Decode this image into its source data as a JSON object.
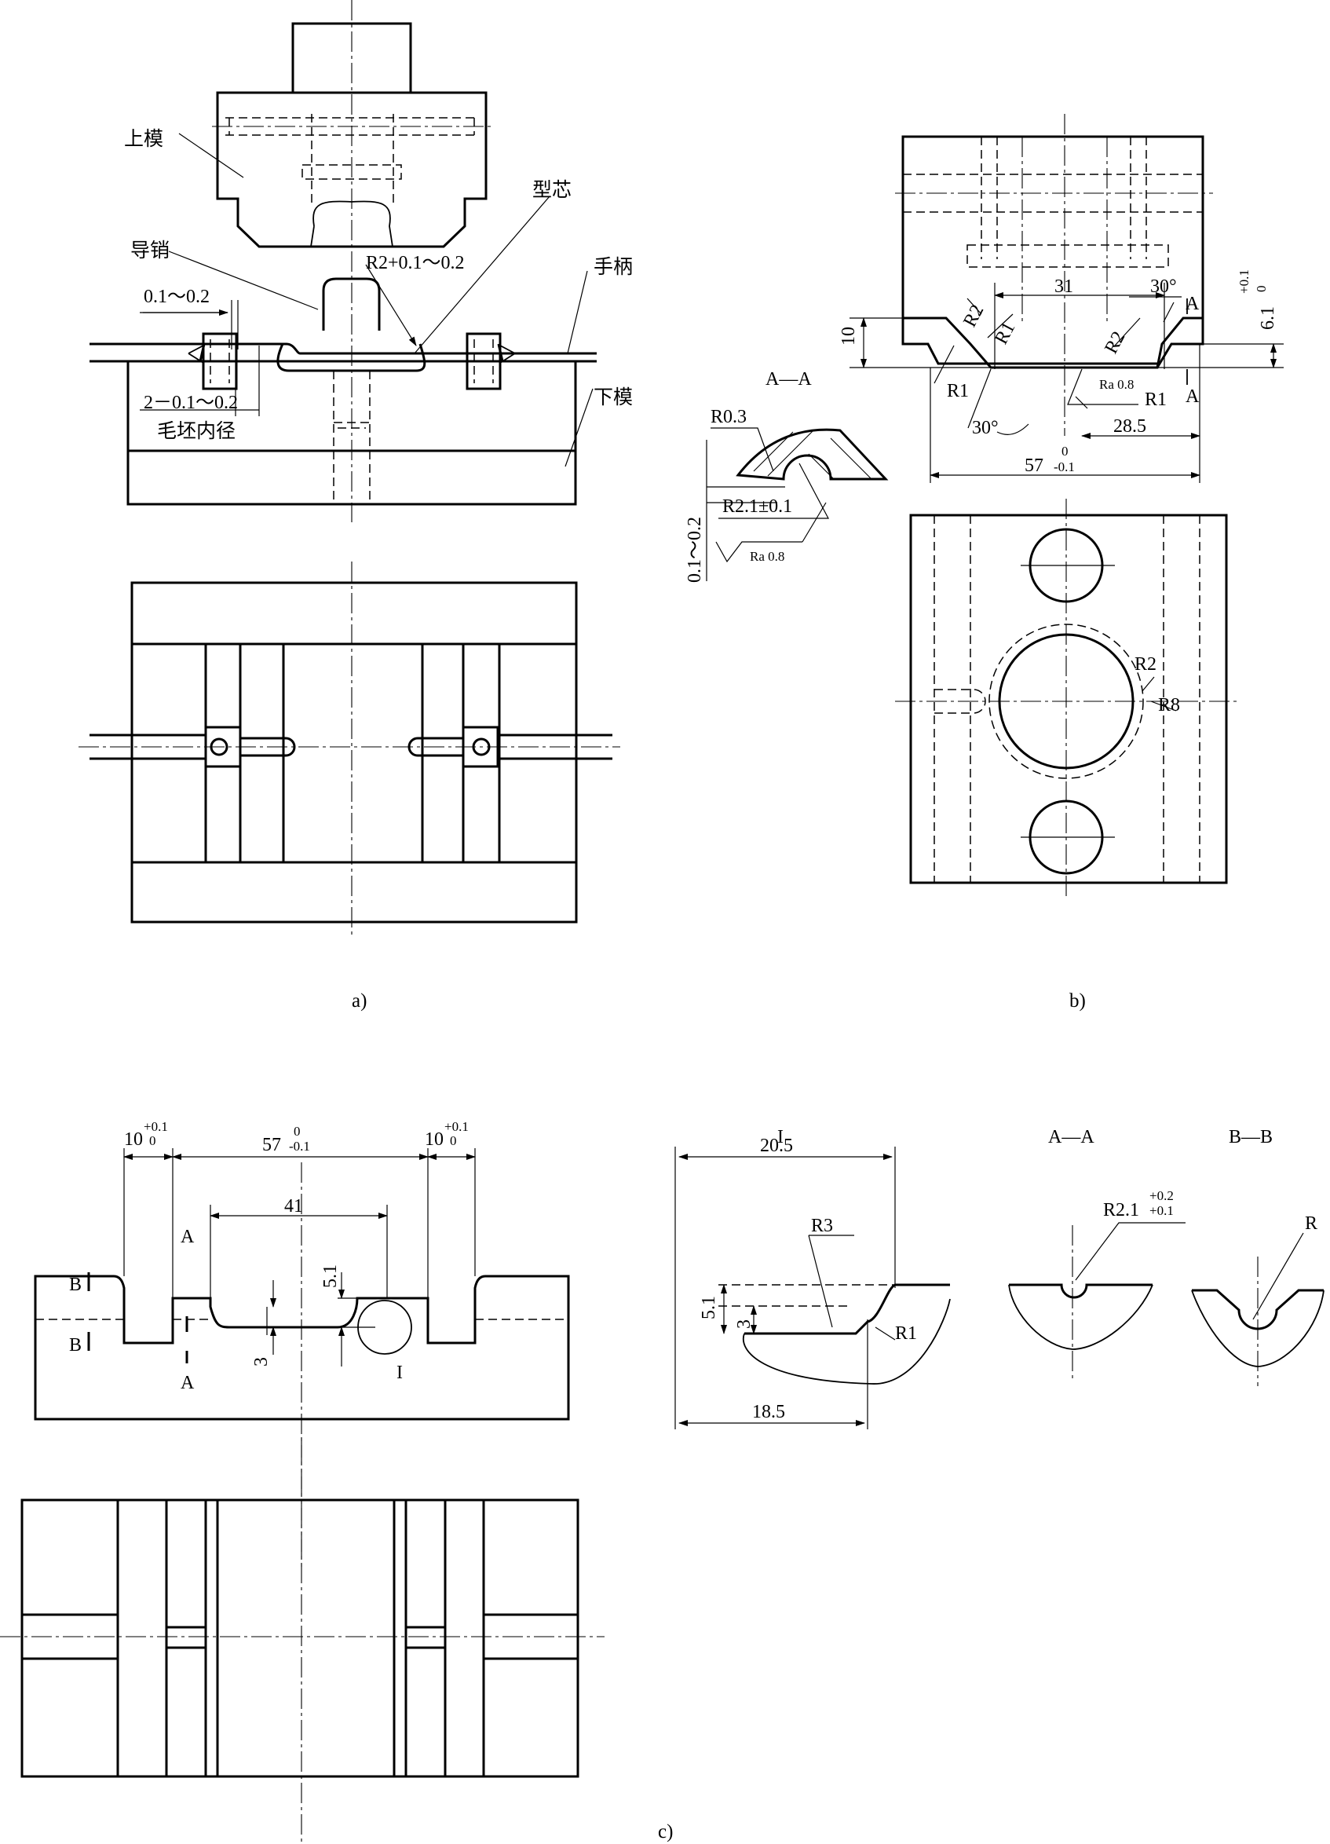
{
  "figure_a": {
    "caption": "a)",
    "labels": {
      "upper_die": "上模",
      "core": "型芯",
      "guide_pin": "导销",
      "handle": "手柄",
      "lower_die": "下模",
      "blank_inner_diameter": "毛坯内径"
    },
    "dims": {
      "core_fillet": "R2+0.1～0.2",
      "gap": "0.1～0.2",
      "blank_offset": "2－0.1～0.2"
    }
  },
  "figure_b": {
    "caption": "b)",
    "section_title": "A—A",
    "section_marker": "A",
    "dims": {
      "depth": "10",
      "width_31": "31",
      "angle_top": "30°",
      "angle_bottom": "30°",
      "r2_left": "R2",
      "r1_left_upper": "R1",
      "r1_left_lower": "R1",
      "r2_right": "R2",
      "r1_right": "R1",
      "roughness": "Ra 0.8",
      "width_28_5": "28.5",
      "overall_width": "57",
      "overall_tol_upper": "0",
      "overall_tol_lower": "-0.1",
      "height_6_1": "6.1",
      "height_tol_upper": "+0.1",
      "height_tol_lower": "0",
      "r2_plan": "R2",
      "r8_plan": "R8"
    },
    "section_dims": {
      "r0_3": "R0.3",
      "r2_1": "R2.1±0.1",
      "gap": "0.1～0.2",
      "roughness": "Ra 0.8"
    }
  },
  "figure_c": {
    "caption": "c)",
    "markers": {
      "b": "B",
      "a": "A",
      "detail": "I"
    },
    "dims": {
      "slot_left": "10",
      "slot_left_tol_upper": "+0.1",
      "slot_left_tol_lower": "0",
      "middle": "57",
      "middle_tol_upper": "0",
      "middle_tol_lower": "-0.1",
      "slot_right": "10",
      "slot_right_tol_upper": "+0.1",
      "slot_right_tol_lower": "0",
      "width_41": "41",
      "height_5_1": "5.1",
      "height_3": "3"
    },
    "detail": {
      "title": "I",
      "width_20_5": "20.5",
      "radius_r3": "R3",
      "height_5_1": "5.1",
      "height_3": "3",
      "radius_r1": "R1",
      "width_18_5": "18.5"
    },
    "section_aa": {
      "title": "A—A",
      "radius": "R2.1",
      "tol_upper": "+0.2",
      "tol_lower": "+0.1"
    },
    "section_bb": {
      "title": "B—B",
      "radius": "R"
    }
  }
}
